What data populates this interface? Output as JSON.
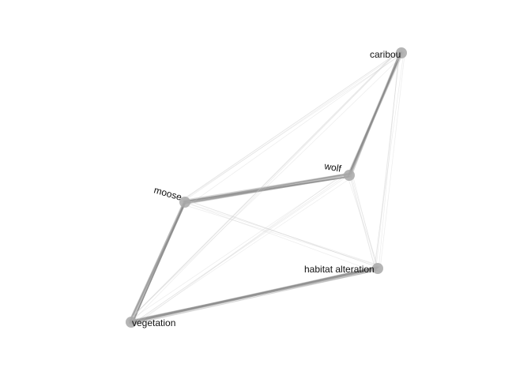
{
  "colors": {
    "edge_main": "#8a8a8a",
    "edge_faint": "#c8c8c8",
    "node": "#a8a8a8",
    "label": "#111111"
  },
  "nodes": [
    {
      "id": "caribou",
      "label": "caribou"
    },
    {
      "id": "wolf",
      "label": "wolf"
    },
    {
      "id": "moose",
      "label": "moose"
    },
    {
      "id": "habitat",
      "label": "habitat alteration"
    },
    {
      "id": "vegetation",
      "label": "vegetation"
    }
  ],
  "edges": [
    {
      "from": "caribou",
      "to": "wolf",
      "strength": "strong"
    },
    {
      "from": "wolf",
      "to": "moose",
      "strength": "strong"
    },
    {
      "from": "moose",
      "to": "vegetation",
      "strength": "strong"
    },
    {
      "from": "vegetation",
      "to": "habitat",
      "strength": "strong"
    },
    {
      "from": "caribou",
      "to": "habitat",
      "strength": "weak"
    },
    {
      "from": "wolf",
      "to": "habitat",
      "strength": "weak"
    },
    {
      "from": "moose",
      "to": "habitat",
      "strength": "weak"
    },
    {
      "from": "caribou",
      "to": "moose",
      "strength": "weak"
    },
    {
      "from": "wolf",
      "to": "vegetation",
      "strength": "weak"
    },
    {
      "from": "caribou",
      "to": "vegetation",
      "strength": "weak"
    }
  ]
}
